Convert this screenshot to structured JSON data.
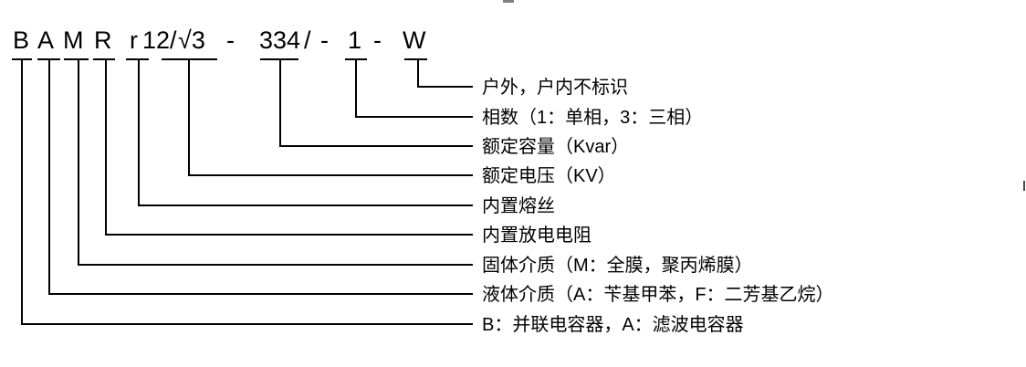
{
  "diagram_title": "capacitor-model-designation",
  "model_code": {
    "segments": [
      "B",
      "A",
      "M",
      "R",
      "r",
      "12/",
      "√3",
      "-",
      "334",
      "/",
      "-",
      "1",
      "-",
      "W"
    ]
  },
  "labels": [
    "户外，户内不标识",
    "相数（1：单相，3：三相）",
    "额定容量（Kvar）",
    "额定电压（KV）",
    "内置熔丝",
    "内置放电电阻",
    "固体介质（M：全膜，聚丙烯膜）",
    "液体介质（A：苄基甲苯，F：二芳基乙烷）",
    "B：并联电容器，A：滤波电容器"
  ],
  "colors": {
    "line": "#000000",
    "text": "#000000",
    "background": "#ffffff",
    "artifact": "#808080"
  }
}
